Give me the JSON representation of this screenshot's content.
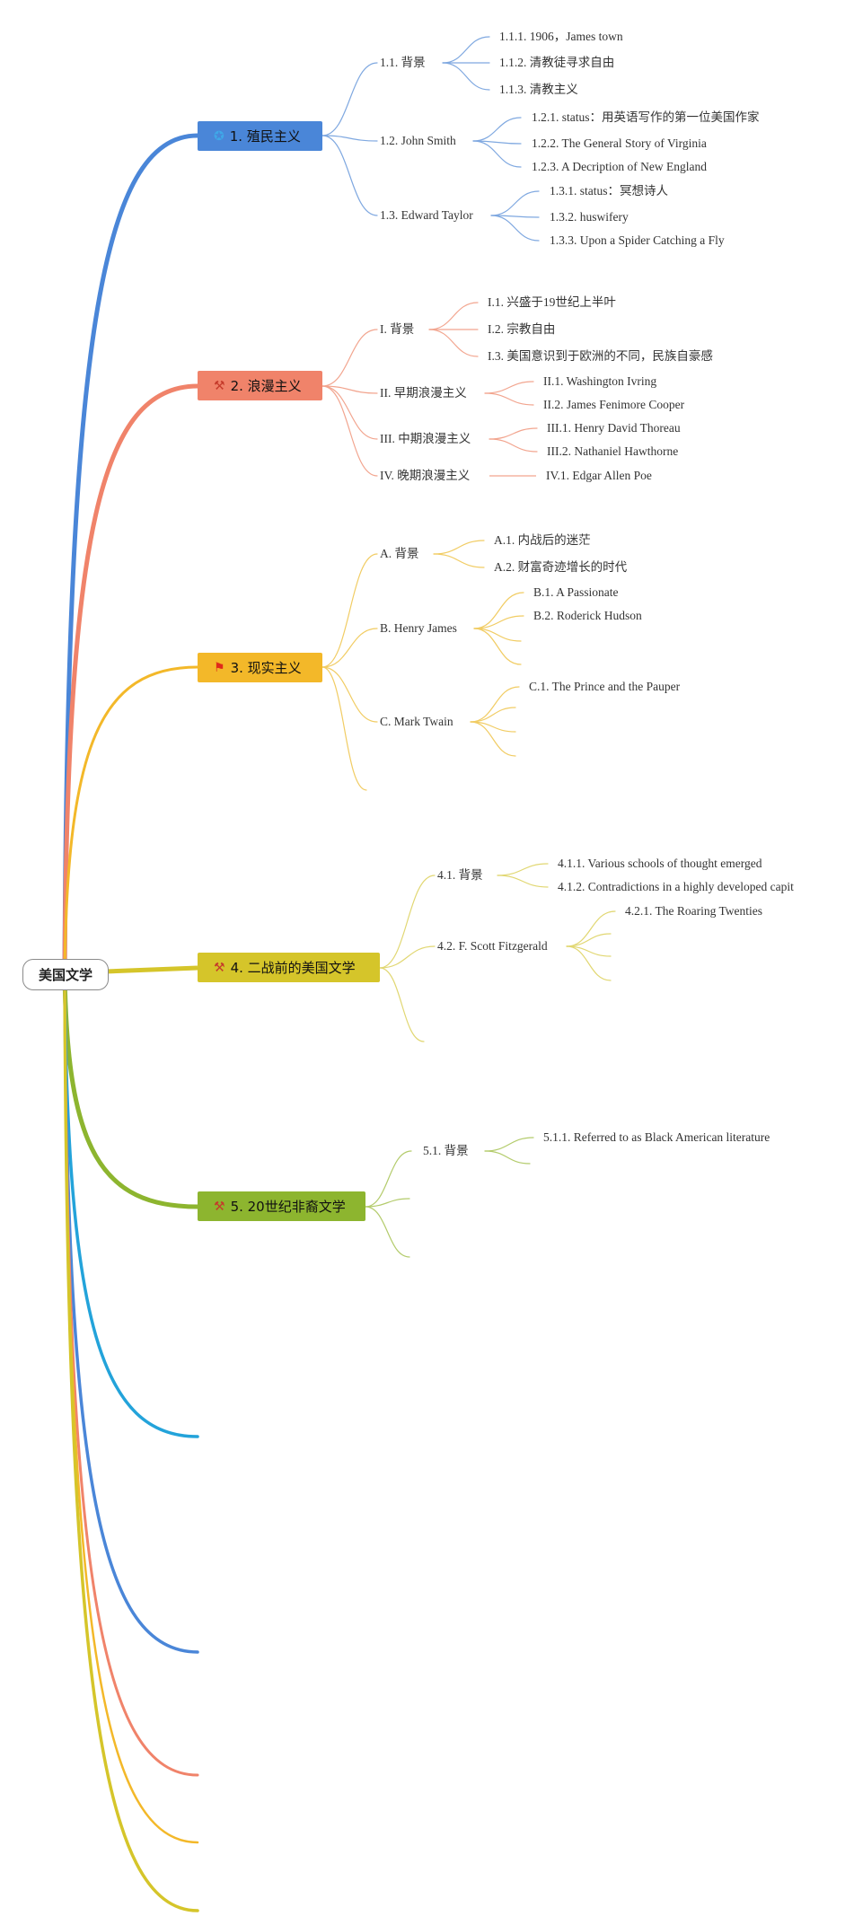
{
  "root": {
    "label": "美国文学"
  },
  "colors": {
    "blue": "#4a86d8",
    "orange": "#f0836a",
    "yellow": "#f3b829",
    "olive": "#d5c52a",
    "green": "#8db52f",
    "cyan": "#23a3da"
  },
  "topics": [
    {
      "label": "1. 殖民主义",
      "icon": "star-icon"
    },
    {
      "label": "2. 浪漫主义",
      "icon": "tools-icon"
    },
    {
      "label": "3. 现实主义",
      "icon": "flag-icon"
    },
    {
      "label": "4. 二战前的美国文学",
      "icon": "tools-icon"
    },
    {
      "label": "5. 20世纪非裔文学",
      "icon": "tools-icon"
    }
  ],
  "t1": {
    "s1": {
      "label": "1.1. 背景",
      "leaves": [
        "1.1.1. 1906，James town",
        "1.1.2. 清教徒寻求自由",
        "1.1.3. 清教主义"
      ]
    },
    "s2": {
      "label": "1.2. John Smith",
      "leaves": [
        "1.2.1. status：用英语写作的第一位美国作家",
        "1.2.2. The General Story of Virginia",
        "1.2.3. A Decription of New England"
      ]
    },
    "s3": {
      "label": "1.3. Edward Taylor",
      "leaves": [
        "1.3.1. status：冥想诗人",
        "1.3.2. huswifery",
        "1.3.3. Upon a Spider Catching a Fly"
      ]
    }
  },
  "t2": {
    "s1": {
      "label": "I. 背景",
      "leaves": [
        "I.1. 兴盛于19世纪上半叶",
        "I.2. 宗教自由",
        "I.3. 美国意识到于欧洲的不同，民族自豪感"
      ]
    },
    "s2": {
      "label": "II. 早期浪漫主义",
      "leaves": [
        "II.1. Washington Ivring",
        "II.2. James Fenimore Cooper"
      ]
    },
    "s3": {
      "label": "III. 中期浪漫主义",
      "leaves": [
        "III.1. Henry David Thoreau",
        "III.2. Nathaniel Hawthorne"
      ]
    },
    "s4": {
      "label": "IV. 晚期浪漫主义",
      "leaves": [
        "IV.1. Edgar Allen Poe"
      ]
    }
  },
  "t3": {
    "s1": {
      "label": "A. 背景",
      "leaves": [
        "A.1. 内战后的迷茫",
        "A.2. 财富奇迹增长的时代"
      ]
    },
    "s2": {
      "label": "B. Henry James",
      "leaves": [
        "B.1. A Passionate",
        "B.2. Roderick Hudson"
      ]
    },
    "s3": {
      "label": "C. Mark Twain",
      "leaves": [
        "C.1. The Prince and the Pauper"
      ]
    }
  },
  "t4": {
    "s1": {
      "label": "4.1. 背景",
      "leaves": [
        "4.1.1. Various schools of thought emerged",
        "4.1.2. Contradictions in a highly developed capit"
      ]
    },
    "s2": {
      "label": "4.2. F. Scott Fitzgerald",
      "leaves": [
        "4.2.1. The Roaring Twenties"
      ]
    }
  },
  "t5": {
    "s1": {
      "label": "5.1. 背景",
      "leaves": [
        "5.1.1. Referred to as Black American literature"
      ]
    }
  }
}
